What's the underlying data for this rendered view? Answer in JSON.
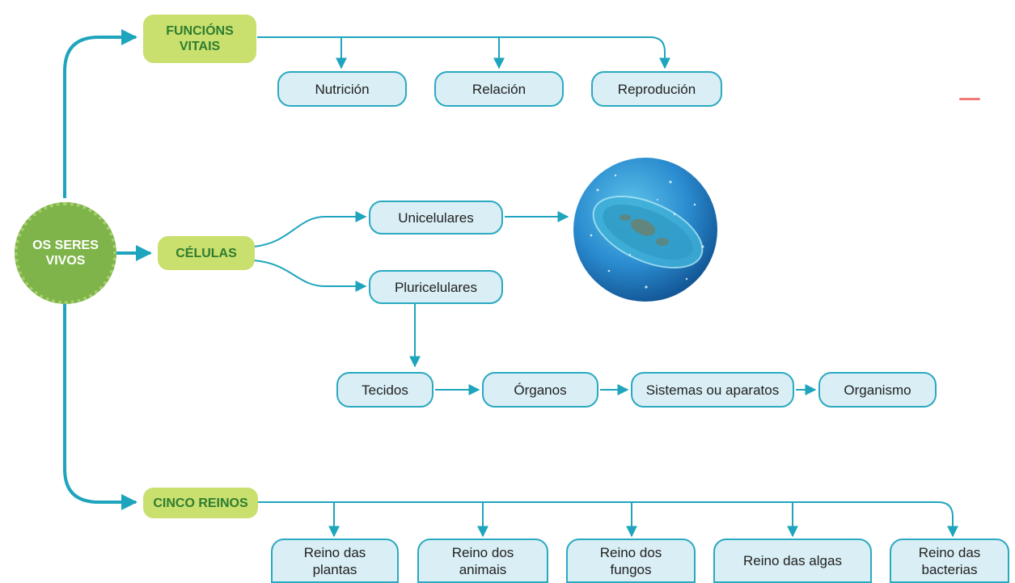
{
  "root": {
    "line1": "OS SERES",
    "line2": "VIVOS"
  },
  "categories": {
    "functions": {
      "line1": "FUNCIÓNS",
      "line2": "VITAIS"
    },
    "cells": "CÉLULAS",
    "kingdoms": "CINCO REINOS"
  },
  "functions": [
    "Nutrición",
    "Relación",
    "Reprodución"
  ],
  "cell_types": [
    "Unicelulares",
    "Pluricelulares"
  ],
  "organization_levels": [
    "Tecidos",
    "Órganos",
    "Sistemas ou aparatos",
    "Organismo"
  ],
  "kingdoms": [
    {
      "line1": "Reino das",
      "line2": "plantas"
    },
    {
      "line1": "Reino dos",
      "line2": "animais"
    },
    {
      "line1": "Reino dos",
      "line2": "fungos"
    },
    {
      "line1": "Reino das algas",
      "line2": ""
    },
    {
      "line1": "Reino das",
      "line2": "bacterias"
    }
  ],
  "colors": {
    "connector": "#1ea5bd",
    "box_fill": "#d9eef5",
    "box_border": "#2ba9c0",
    "category_fill": "#c9df6e",
    "category_text": "#2e7d30",
    "root_fill": "#7fb44a"
  }
}
